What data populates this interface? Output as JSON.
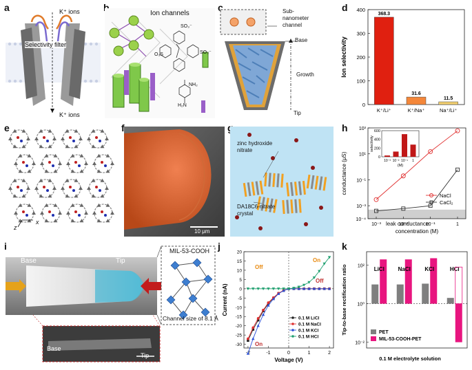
{
  "panels": {
    "a": {
      "letter": "a",
      "top_label": "K⁺ ions",
      "mid_label": "Selectivity filter",
      "bottom_label": "K⁺ ions"
    },
    "b": {
      "letter": "b",
      "ion_channels": "Ion channels",
      "so3": "SO₃⁻",
      "o3s": "O₃S",
      "nh2": "NH₂",
      "h2n": "H₂N"
    },
    "c": {
      "letter": "c",
      "sub_label": "Sub-\nnanometer\nchannel",
      "base": "Base",
      "growth": "Growth",
      "tip": "Tip"
    },
    "d": {
      "letter": "d"
    },
    "e": {
      "letter": "e",
      "axis_z": "z",
      "axis_x": "x"
    },
    "f": {
      "letter": "f",
      "scale": "10 μm"
    },
    "g": {
      "letter": "g",
      "label1": "zinc hydroxide\nnitrate",
      "label2": "DA18C6-nitrate\ncrystal"
    },
    "h": {
      "letter": "h",
      "leak": "leak conductance"
    },
    "i": {
      "letter": "i",
      "base": "Base",
      "tip": "Tip",
      "mof": "MIL-53-COOH",
      "channel": "Channel size of 8.1 Å",
      "sem_base": "Base",
      "sem_tip": "Tip"
    },
    "j": {
      "letter": "j",
      "on_top": "On",
      "off_left": "Off",
      "off_right": "Off",
      "on_bottom": "On"
    },
    "k": {
      "letter": "k"
    }
  },
  "chart_data": [
    {
      "id": "d",
      "type": "bar",
      "categories": [
        "K⁺/Li⁺",
        "K⁺/Na⁺",
        "Na⁺/Li⁺"
      ],
      "values": [
        368.3,
        31.6,
        11.5
      ],
      "data_labels": [
        "368.3",
        "31.6",
        "11.5"
      ],
      "colors": [
        "#e02010",
        "#f4873a",
        "#f3d070"
      ],
      "ylabel": "Ion selectivity",
      "ylim": [
        0,
        400
      ],
      "yticks": [
        "0",
        "100",
        "200",
        "300",
        "400"
      ]
    },
    {
      "id": "h",
      "type": "line",
      "x": [
        0.001,
        0.01,
        0.1,
        1
      ],
      "xticks": [
        "10⁻³",
        "10⁻²",
        "10⁻¹",
        "1"
      ],
      "yticks": [
        "10⁻⁴",
        "10⁻³",
        "10⁻²",
        "10⁻¹",
        "10⁰",
        "10¹",
        "10²",
        "10³"
      ],
      "xlabel": "concentration (M)",
      "ylabel": "conductance (μS)",
      "series": [
        {
          "name": "NaCl",
          "values": [
            0.003,
            0.2,
            15,
            600
          ],
          "color": "#e03030"
        },
        {
          "name": "CaCl₂",
          "values": [
            0.0004,
            0.0006,
            0.001,
            0.6
          ],
          "color": "#333333"
        }
      ],
      "inset": {
        "ylabel": "selectivity",
        "values": [
          30,
          120,
          520,
          280
        ],
        "xticks": [
          "10⁻³",
          "10⁻²",
          "10⁻¹",
          "1"
        ],
        "yticks": [
          "0",
          "200",
          "400",
          "600"
        ],
        "xlabel": "(M)"
      }
    },
    {
      "id": "j",
      "type": "line",
      "x": [
        -2,
        -1.75,
        -1.5,
        -1.25,
        -1,
        -0.75,
        -0.5,
        -0.25,
        0,
        0.25,
        0.5,
        0.75,
        1,
        1.25,
        1.5,
        1.75,
        2
      ],
      "xlabel": "Voltage (V)",
      "ylabel": "Current (nA)",
      "xticks": [
        "-2",
        "-1",
        "0",
        "1",
        "2"
      ],
      "yticks": [
        "-30",
        "-25",
        "-20",
        "-15",
        "-10",
        "-5",
        "0",
        "5",
        "10",
        "15",
        "20"
      ],
      "series": [
        {
          "name": "0.1 M LiCl",
          "values": [
            -28,
            -22,
            -17,
            -12,
            -8,
            -5,
            -2.5,
            -1,
            0,
            0,
            0,
            0,
            0,
            0,
            0,
            0,
            0
          ],
          "color": "#222222"
        },
        {
          "name": "0.1 M NaCl",
          "values": [
            -27,
            -21,
            -16,
            -11.5,
            -7.5,
            -4.8,
            -2.4,
            -0.9,
            0,
            0,
            0,
            0,
            0,
            0,
            0,
            0,
            0
          ],
          "color": "#e03030"
        },
        {
          "name": "0.1 M KCl",
          "values": [
            -35,
            -27,
            -20,
            -14,
            -9,
            -5.5,
            -2.7,
            -1,
            0,
            0,
            0,
            0,
            0,
            0,
            0,
            0,
            0
          ],
          "color": "#2a4fd8"
        },
        {
          "name": "0.1 M HCl",
          "values": [
            0,
            0,
            0,
            0,
            0,
            0,
            0,
            0,
            0,
            0.4,
            1,
            2,
            3.5,
            6,
            9.5,
            13.5,
            17
          ],
          "color": "#20a070"
        }
      ]
    },
    {
      "id": "k",
      "type": "bar",
      "categories": [
        "LiCl",
        "NaCl",
        "KCl",
        "HCl"
      ],
      "series": [
        {
          "name": "PET",
          "values": [
            10,
            10,
            11,
            2
          ],
          "color": "#7f7f7f"
        },
        {
          "name": "MIL-53-COOH-PET",
          "values": [
            200,
            200,
            230,
            0.01
          ],
          "color": "#e8157f"
        }
      ],
      "extra_hatched_HCl": 80,
      "ylabel": "Tip-to-base rectification ratio",
      "xlabel": "0.1 M electrolyte solution",
      "yticks": [
        "10⁻²",
        "10⁰",
        "10²"
      ]
    }
  ]
}
